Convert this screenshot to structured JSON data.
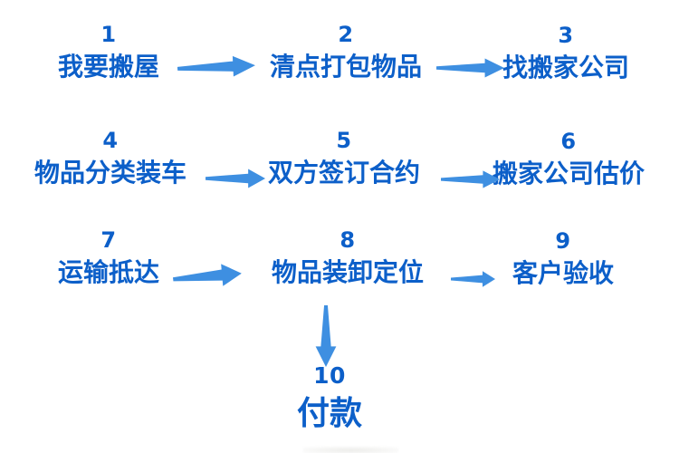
{
  "page": {
    "background": "#ffffff",
    "description": "Flowchart of a 10-step house-moving process in Chinese"
  },
  "colors": {
    "step_text": "#0c5fc9",
    "arrow": "#3e8fe1"
  },
  "flowchart": {
    "steps": [
      {
        "number": "1",
        "label": "我要搬屋"
      },
      {
        "number": "2",
        "label": "清点打包物品"
      },
      {
        "number": "3",
        "label": "找搬家公司"
      },
      {
        "number": "4",
        "label": "物品分类装车"
      },
      {
        "number": "5",
        "label": "双方签订合约"
      },
      {
        "number": "6",
        "label": "搬家公司估价"
      },
      {
        "number": "7",
        "label": "运输抵达"
      },
      {
        "number": "8",
        "label": "物品装卸定位"
      },
      {
        "number": "9",
        "label": "客户验收"
      },
      {
        "number": "10",
        "label": "付款"
      }
    ],
    "connections": [
      {
        "from": "1",
        "to": "2",
        "direction": "right"
      },
      {
        "from": "2",
        "to": "3",
        "direction": "right"
      },
      {
        "from": "4",
        "to": "5",
        "direction": "right"
      },
      {
        "from": "5",
        "to": "6",
        "direction": "right"
      },
      {
        "from": "7",
        "to": "8",
        "direction": "right"
      },
      {
        "from": "8",
        "to": "9",
        "direction": "right"
      },
      {
        "from": "8",
        "to": "10",
        "direction": "down"
      }
    ]
  }
}
